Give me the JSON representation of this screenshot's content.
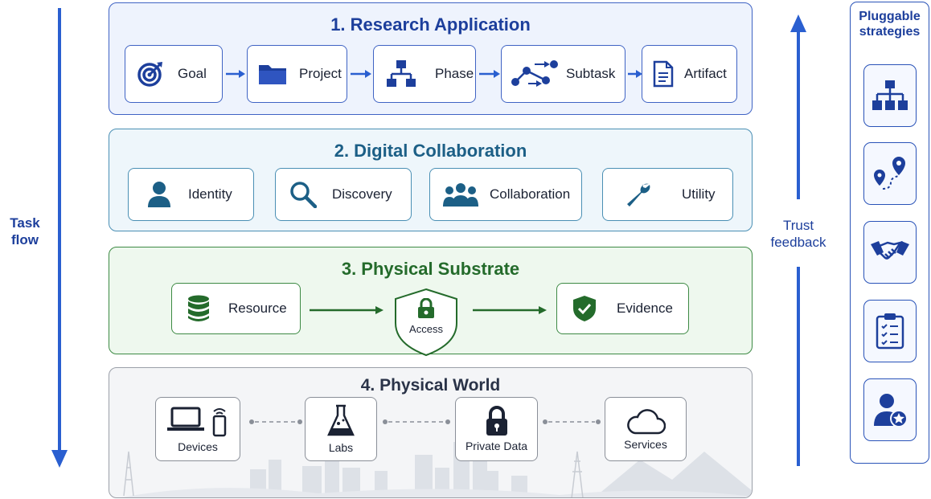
{
  "layers": {
    "research": {
      "title": "1. Research Application",
      "items": [
        {
          "label": "Goal",
          "icon": "target-icon"
        },
        {
          "label": "Project",
          "icon": "folder-icon"
        },
        {
          "label": "Phase",
          "icon": "hierarchy-icon"
        },
        {
          "label": "Subtask",
          "icon": "workflow-nodes-icon"
        },
        {
          "label": "Artifact",
          "icon": "document-icon"
        }
      ]
    },
    "digital": {
      "title": "2. Digital Collaboration",
      "items": [
        {
          "label": "Identity",
          "icon": "person-icon"
        },
        {
          "label": "Discovery",
          "icon": "magnifier-icon"
        },
        {
          "label": "Collaboration",
          "icon": "group-icon"
        },
        {
          "label": "Utility",
          "icon": "wrench-icon"
        }
      ]
    },
    "substrate": {
      "title": "3. Physical Substrate",
      "items": [
        {
          "label": "Resource",
          "icon": "database-icon"
        },
        {
          "label": "Access",
          "icon": "shield-lock-icon"
        },
        {
          "label": "Evidence",
          "icon": "shield-check-icon"
        }
      ]
    },
    "world": {
      "title": "4. Physical World",
      "items": [
        {
          "label": "Devices",
          "icon": "laptop-phone-icon"
        },
        {
          "label": "Labs",
          "icon": "flask-icon"
        },
        {
          "label": "Private Data",
          "icon": "padlock-icon"
        },
        {
          "label": "Services",
          "icon": "cloud-icon"
        }
      ]
    }
  },
  "task_flow": {
    "label": "Task\nflow"
  },
  "trust_feedback": {
    "label": "Trust\nfeedback"
  },
  "strategies": {
    "title": "Pluggable\nstrategies",
    "icons": [
      "org-chart-icon",
      "route-pins-icon",
      "handshake-icon",
      "checklist-icon",
      "user-badge-icon"
    ]
  },
  "colors": {
    "research": "#3f63c4",
    "digital": "#4a8fb4",
    "substrate": "#3d8a44",
    "world": "#9a9fa8",
    "arrow": "#2a5fd0"
  }
}
